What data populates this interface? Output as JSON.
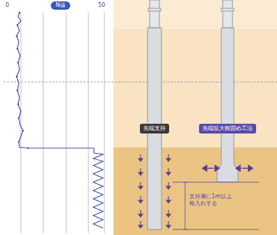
{
  "diagram": {
    "nodes": [
      {
        "text": [
          "N値"
        ]
      },
      {
        "text": [
          "先端支持"
        ]
      },
      {
        "text": [
          "先端拡大根固め工法"
        ]
      }
    ],
    "labels": [
      "0",
      "50",
      "支持層に1m以上根入れする"
    ]
  }
}
